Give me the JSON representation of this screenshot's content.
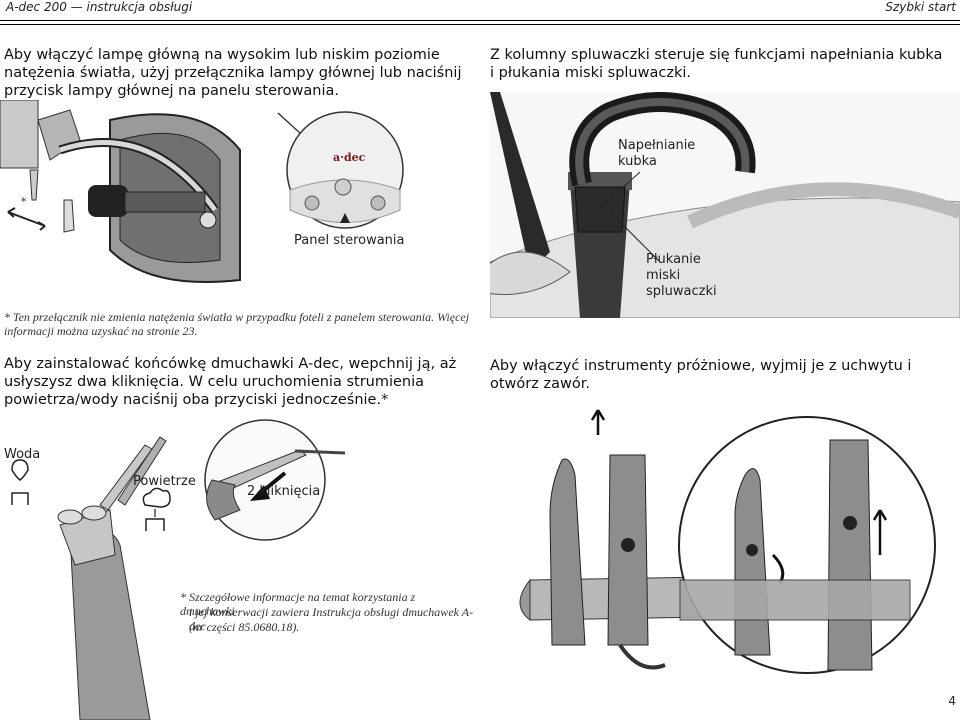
{
  "header": {
    "left": "A-dec 200 — instrukcja obsługi",
    "right": "Szybki start"
  },
  "sections": {
    "lamp_text": "Aby włączyć lampę główną na wysokim lub niskim poziomie natężenia światła, użyj przełącznika lampy głównej lub naciśnij przycisk lampy głównej na panelu sterowania.",
    "lamp_footnote": "* Ten przełącznik nie zmienia natężenia światła w przypadku foteli z panelem sterowania. Więcej informacji można uzyskać na stronie 23.",
    "lamp_star": "*",
    "panel_label": "Panel sterowania",
    "brand_logo": "a·dec",
    "cuspidor_text": "Z kolumny spluwaczki steruje się funkcjami napełniania kubka i płukania miski spluwaczki.",
    "cup_fill_label": "Napełnianie kubka",
    "bowl_rinse_label": "Płukanie miski spluwaczki",
    "syringe_text": "Aby zainstalować końcówkę dmuchawki A-dec, wepchnij ją, aż usłyszysz dwa kliknięcia. W celu uruchomienia strumienia powietrza/wody naciśnij oba przyciski jednocześnie.*",
    "water_label": "Woda",
    "air_label": "Powietrze",
    "clicks_label": "2 kliknięcia",
    "syringe_footnote_1": "* Szczegółowe informacje na temat korzystania z dmuchawki",
    "syringe_footnote_2": "i jej konserwacji zawiera Instrukcja obsługi dmuchawek A-dec",
    "syringe_footnote_3": "(nr części 85.0680.18).",
    "vacuum_text": "Aby włączyć instrumenty próżniowe, wyjmij je z uchwytu i otwórz zawór."
  },
  "page_number": "4"
}
